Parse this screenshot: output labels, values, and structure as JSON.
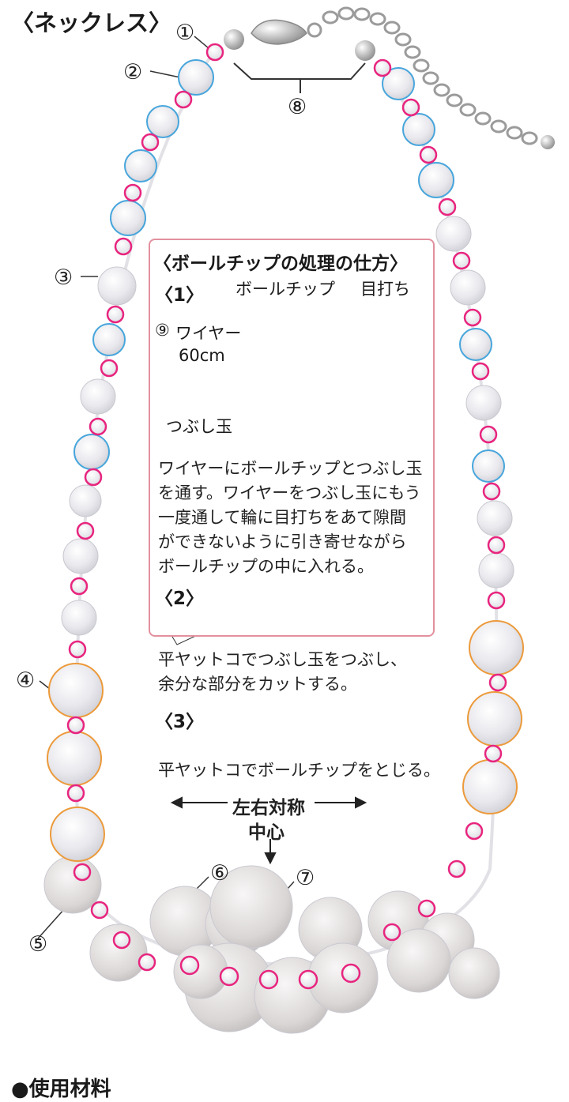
{
  "title": "〈ネックレス〉",
  "markers": {
    "n1": "①",
    "n2": "②",
    "n3": "③",
    "n4": "④",
    "n5": "⑤",
    "n6": "⑥",
    "n7": "⑦",
    "n8": "⑧"
  },
  "panel": {
    "heading": "〈ボールチップの処理の仕方〉",
    "step1": {
      "label": "〈1〉",
      "ballchip": "ボールチップ",
      "awl": "目打ち",
      "wire_number": "⑨",
      "wire_label": "ワイヤー",
      "wire_length": "60cm",
      "crimp": "つぶし玉",
      "text": [
        "ワイヤーにボールチップとつぶし玉",
        "を通す。ワイヤーをつぶし玉にもう",
        "一度通して輪に目打ちをあて隙間",
        "ができないように引き寄せながら",
        "ボールチップの中に入れる。"
      ]
    },
    "step2": {
      "label": "〈2〉",
      "text": [
        "平ヤットコでつぶし玉をつぶし、",
        "余分な部分をカットする。"
      ]
    },
    "step3": {
      "label": "〈3〉",
      "text": "平ヤットコでボールチップをとじる。"
    }
  },
  "symmetry": {
    "label": "左右対称",
    "center": "中心"
  },
  "materials_heading": "●使用材料",
  "colors": {
    "pink_ring": "#e8257f",
    "blue_ring": "#48a6dc",
    "orange_ring": "#ec9a3b",
    "panel_border": "#e3909e",
    "metal": "#b9b9b9",
    "gold": "#cdb46c"
  }
}
